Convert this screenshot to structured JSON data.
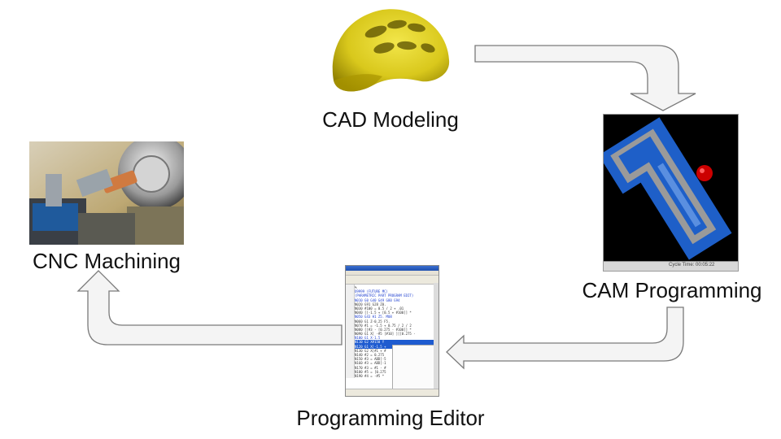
{
  "stages": {
    "cad": {
      "label": "CAD Modeling",
      "image": "yellow-helmet-3d-model"
    },
    "cam": {
      "label": "CAM Programming",
      "image": "toolpath-simulation-window",
      "status_text": "Cycle Time: 00:05:22"
    },
    "editor": {
      "label": "Programming Editor",
      "image": "nc-code-editor-window"
    },
    "cnc": {
      "label": "CNC Machining",
      "image": "lathe-turning-photo"
    }
  },
  "editor_code": [
    "%",
    "O9999 (FUTURE MC)",
    "(PARAMETRIC PART PROGRAM EDIT)",
    "N010 G0 G40 G49 G80 G94",
    "N020 G91 G28 Z0.",
    "N030 #100 = 0.5 / 2 + .01",
    "N040 [[-1.5 + [0.5 + #100]] *",
    "N050 G43 H1 Z5. M08",
    "N060 G1 Z-0.25 F5.",
    "N070 #1 = -1.5 + 0.75 / 2 / 2",
    "N080 [[#3 - [0.275 - #100]] *",
    "N090 G1 X[ -#5 [#10] ][[0.275 -",
    "N100 G1 X-1.5",
    "N110 G2 X#150 Y",
    "N120 G1 X[-1.5 +",
    "N130 G2 X[#1 + #",
    "N140 #2 = 0.275",
    "N150 #3 = ABD[-5",
    "N160 #3 = ABD[-1",
    "N170 #3 = #1 - #",
    "N180 #5 = [0.275",
    "N190 #4 = -#5 *"
  ],
  "colors": {
    "arrow_fill": "#f4f4f4",
    "arrow_stroke": "#7a7a7a",
    "helmet": "#e2d422",
    "cam_part": "#1e5fc8",
    "cam_ball": "#cc0000"
  }
}
